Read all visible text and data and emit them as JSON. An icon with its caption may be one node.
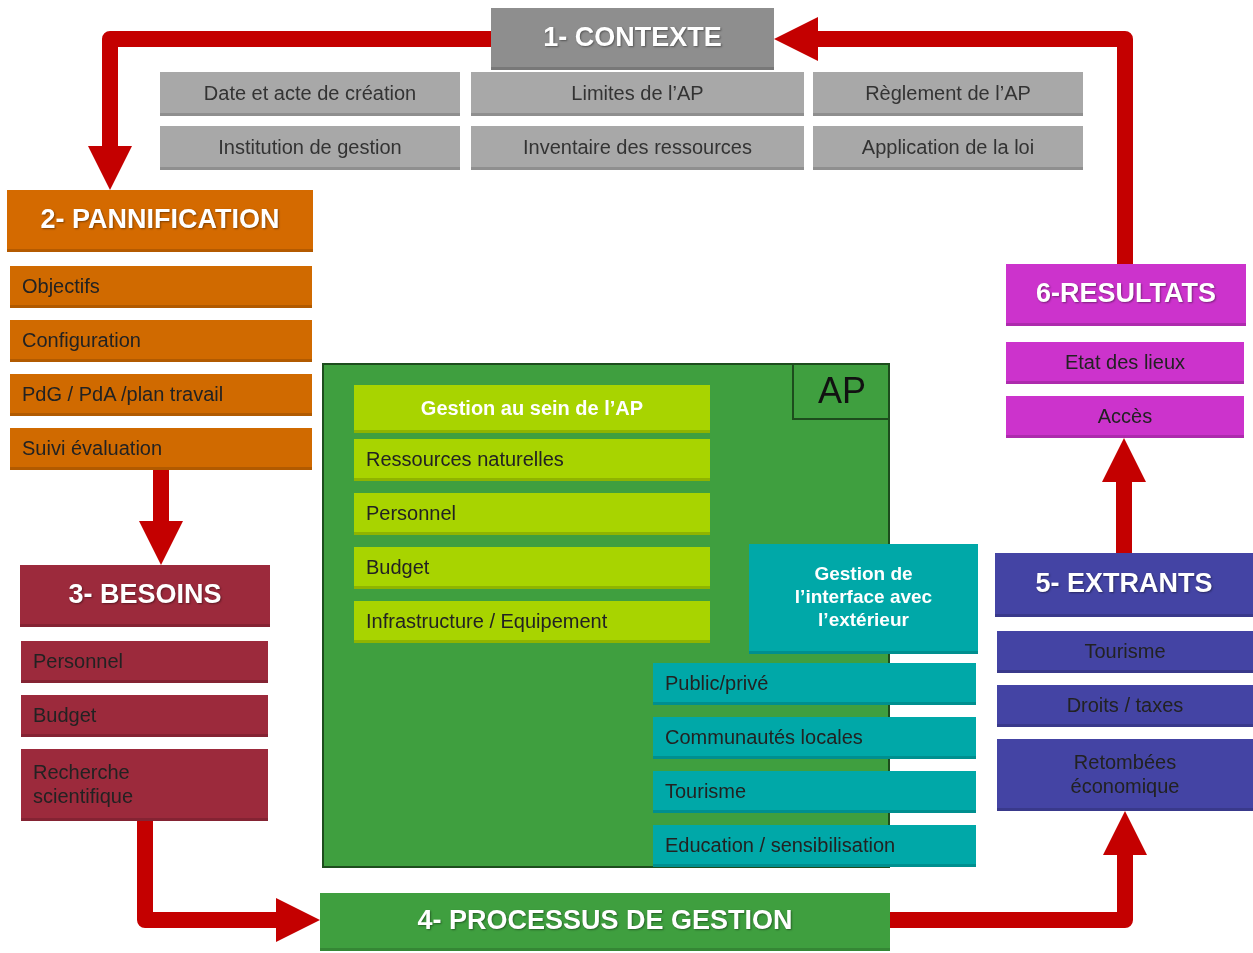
{
  "diagram": {
    "nodes": [
      {
        "text": [
          "1- CONTEXTE"
        ]
      },
      {
        "text": [
          "Date et acte de création"
        ]
      },
      {
        "text": [
          "Limites de l’AP"
        ]
      },
      {
        "text": [
          "Règlement de l’AP"
        ]
      },
      {
        "text": [
          "Institution de gestion"
        ]
      },
      {
        "text": [
          "Inventaire des ressources"
        ]
      },
      {
        "text": [
          "Application de la loi"
        ]
      },
      {
        "text": [
          "2- PANNIFICATION"
        ]
      },
      {
        "text": [
          "Objectifs"
        ]
      },
      {
        "text": [
          "Configuration"
        ]
      },
      {
        "text": [
          "PdG / PdA /plan travail"
        ]
      },
      {
        "text": [
          "Suivi évaluation"
        ]
      },
      {
        "text": [
          "6-RESULTATS"
        ]
      },
      {
        "text": [
          "Etat des lieux"
        ]
      },
      {
        "text": [
          "Accès"
        ]
      },
      {
        "text": [
          "AP"
        ]
      },
      {
        "text": [
          "Gestion au sein de l’AP"
        ],
        "in": 15
      },
      {
        "text": [
          "Ressources naturelles"
        ],
        "in": 15
      },
      {
        "text": [
          "Personnel"
        ],
        "in": 15
      },
      {
        "text": [
          "Budget"
        ],
        "in": 15
      },
      {
        "text": [
          "Infrastructure / Equipement"
        ],
        "in": 15
      },
      {
        "text": [
          "Gestion de l’interface avec l’extérieur"
        ]
      },
      {
        "text": [
          "Public/privé"
        ]
      },
      {
        "text": [
          "Communautés locales"
        ]
      },
      {
        "text": [
          "Tourisme"
        ]
      },
      {
        "text": [
          "Education / sensibilisation"
        ]
      },
      {
        "text": [
          "3- BESOINS"
        ]
      },
      {
        "text": [
          "Personnel"
        ]
      },
      {
        "text": [
          "Budget"
        ]
      },
      {
        "text": [
          "Recherche scientifique"
        ]
      },
      {
        "text": [
          "5- EXTRANTS"
        ]
      },
      {
        "text": [
          "Tourisme"
        ]
      },
      {
        "text": [
          "Droits / taxes"
        ]
      },
      {
        "text": [
          "Retombées économique"
        ]
      },
      {
        "text": [
          "4- PROCESSUS DE GESTION"
        ]
      }
    ],
    "edges": [
      {
        "from": 0,
        "to": 7,
        "arrow": "to"
      },
      {
        "from": 11,
        "to": 26,
        "arrow": "to"
      },
      {
        "from": 29,
        "to": 34,
        "arrow": "to"
      },
      {
        "from": 34,
        "to": 33,
        "arrow": "to"
      },
      {
        "from": 30,
        "to": 14,
        "arrow": "to"
      },
      {
        "from": 12,
        "to": 0,
        "arrow": "to"
      }
    ]
  }
}
